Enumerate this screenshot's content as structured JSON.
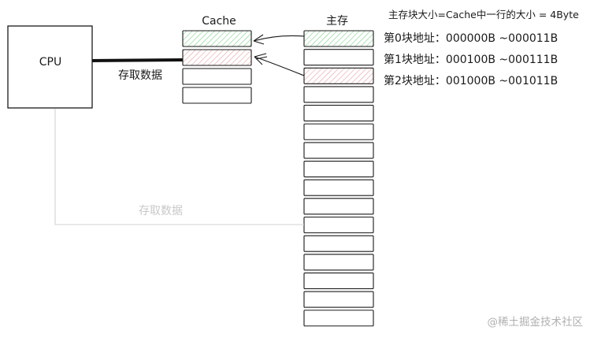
{
  "labels": {
    "cpu": "CPU",
    "cache": "Cache",
    "main_memory": "主存",
    "access_upper": "存取数据",
    "access_lower": "存取数据"
  },
  "notes": {
    "block_size": "主存块大小=Cache中一行的大小 = 4Byte",
    "block0": "第0块地址：000000B ~000011B",
    "block1": "第1块地址：000100B ~000111B",
    "block2": "第2块地址：001000B ~001011B"
  },
  "watermark": "@稀土掘金技术社区",
  "structure": {
    "cache_rows": 4,
    "memory_rows": 16,
    "cache_highlight": [
      "green",
      "red",
      "none",
      "none"
    ],
    "memory_highlight": [
      "green",
      "none",
      "red"
    ]
  },
  "colors": {
    "stroke": "#1a1a1a",
    "faint": "#cfcfcf",
    "hatch_green": "#7ed08a",
    "hatch_red": "#e8a0a0",
    "faint_text": "#c8c8c8",
    "watermark": "#b0b0b0"
  }
}
